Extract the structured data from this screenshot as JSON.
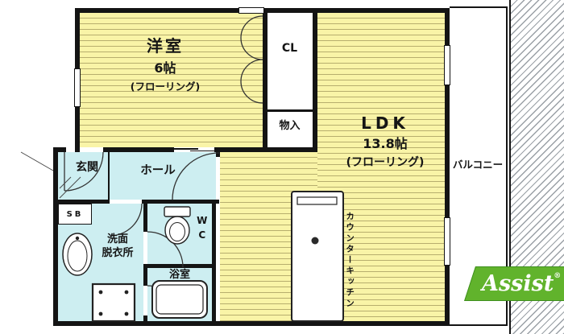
{
  "rooms": {
    "western": {
      "name": "洋室",
      "size": "6帖",
      "floor_note": "(フローリング)"
    },
    "ldk": {
      "name": "LDK",
      "size": "13.8帖",
      "floor_note": "(フローリング)"
    },
    "closet": {
      "label": "CL"
    },
    "storage": {
      "label": "物入"
    },
    "balcony": {
      "label": "バルコニー"
    },
    "entrance": {
      "label": "玄関"
    },
    "hall": {
      "label": "ホール"
    },
    "shoe_box": {
      "label": "SB"
    },
    "toilet": {
      "label": "WC"
    },
    "washroom": {
      "line1": "洗面",
      "line2": "脱衣所"
    },
    "bathroom": {
      "label": "浴室"
    },
    "kitchen": {
      "label": "カウンターキッチン"
    }
  },
  "logo": {
    "text": "Assist",
    "mark": "®"
  },
  "colors": {
    "wall": "#141414",
    "flooring": "#f9f4a7",
    "flooring-line": "#b7ae6e",
    "wet-area": "#cdeef1",
    "hatch-line": "#9aa0a6",
    "logo-green": "#61b32c"
  }
}
